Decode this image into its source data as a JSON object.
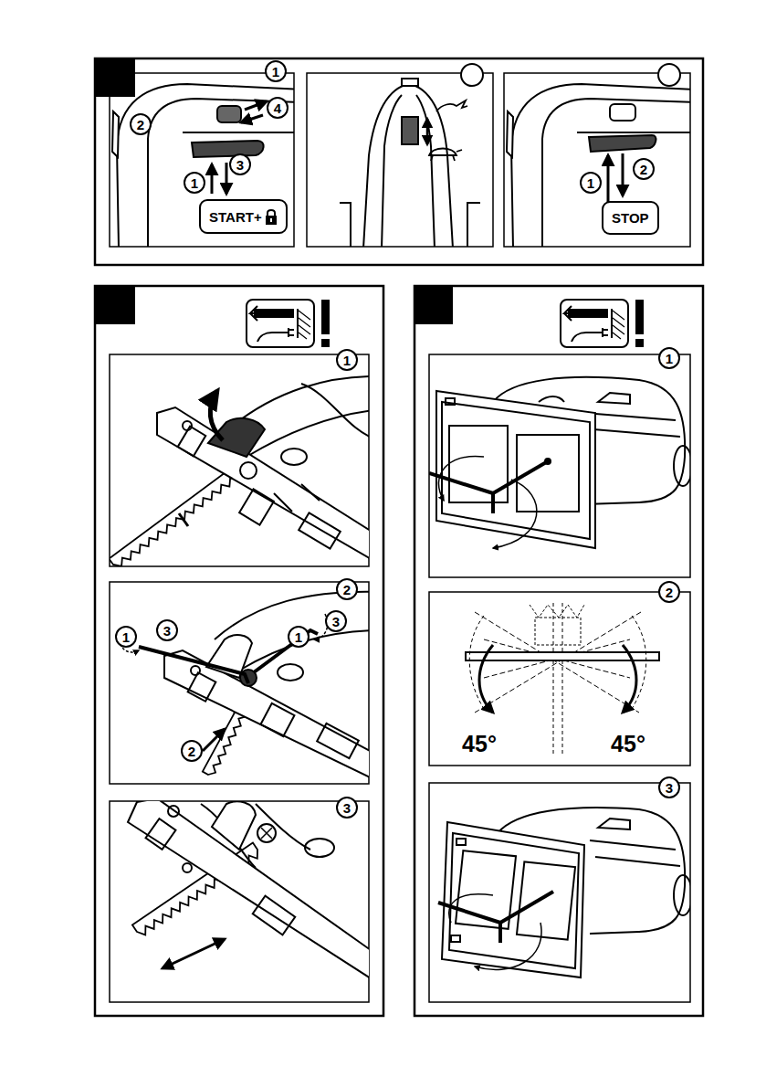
{
  "diagram": {
    "nodes": [
      {
        "text": [
          "START+"
        ]
      },
      {
        "text": [
          "STOP"
        ]
      }
    ],
    "labels": [
      "1",
      "2",
      "4",
      "3",
      "1",
      "2",
      "1",
      "1",
      "2",
      "1",
      "3",
      "1",
      "3",
      "2",
      "3",
      "1",
      "2",
      "45°",
      "45°",
      "3"
    ]
  }
}
